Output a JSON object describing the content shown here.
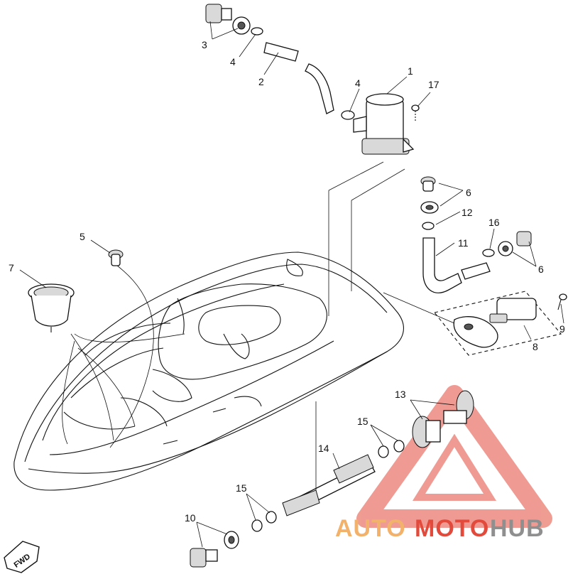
{
  "labels": {
    "p1": "1",
    "p2": "2",
    "p3": "3",
    "p4a": "4",
    "p4b": "4",
    "p5": "5",
    "p6a": "6",
    "p6b": "6",
    "p7": "7",
    "p8": "8",
    "p9": "9",
    "p10": "10",
    "p11": "11",
    "p12": "12",
    "p13": "13",
    "p14": "14",
    "p15a": "15",
    "p15b": "15",
    "p16": "16",
    "p17": "17"
  },
  "badge": {
    "text": "FWD"
  },
  "watermark": {
    "part1": "AUTO",
    "part2": "MOTO",
    "part3": "HUB",
    "colors": {
      "auto": "#f3b26b",
      "moto": "#e24a3b",
      "hub": "#8f8f8f",
      "triangle": "#e24a3b"
    }
  }
}
